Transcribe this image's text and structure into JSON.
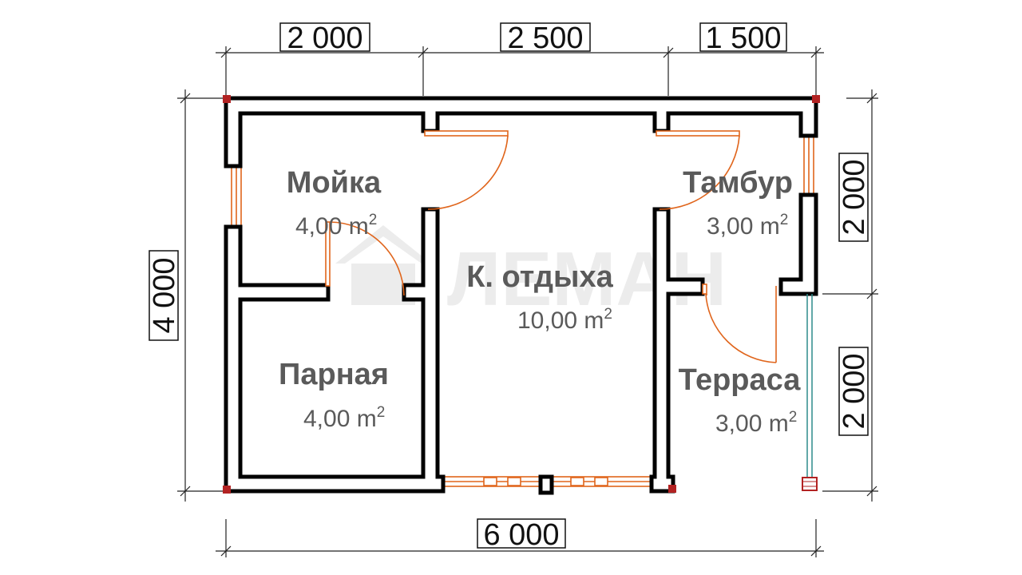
{
  "watermark": "ЛЕМАН",
  "dimensions": {
    "top": [
      "2 000",
      "2 500",
      "1 500"
    ],
    "bottom": "6 000",
    "left": "4 000",
    "right": [
      "2 000",
      "2 000"
    ]
  },
  "rooms": {
    "moika": {
      "name": "Мойка",
      "area": "4,00 m",
      "unit_sup": "2"
    },
    "tambur": {
      "name": "Тамбур",
      "area": "3,00 m",
      "unit_sup": "2"
    },
    "otdykha": {
      "name": "К. отдыха",
      "area": "10,00 m",
      "unit_sup": "2"
    },
    "parnaya": {
      "name": "Парная",
      "area": "4,00 m",
      "unit_sup": "2"
    },
    "terrasa": {
      "name": "Терраса",
      "area": "3,00 m",
      "unit_sup": "2"
    }
  },
  "colors": {
    "wall": "#000000",
    "door_window": "#e0651c",
    "column": "#b22222",
    "glass": "#2e8b8b",
    "room_text": "#5a5a5a"
  }
}
